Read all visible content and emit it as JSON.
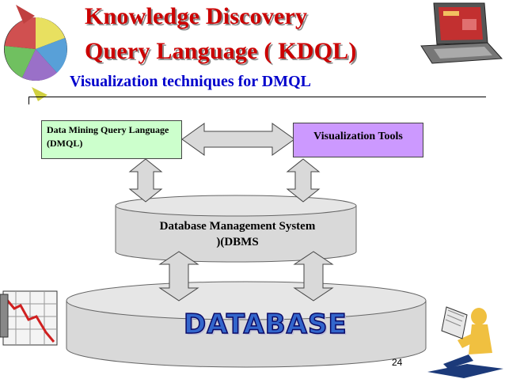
{
  "slide": {
    "title_line1": "Knowledge Discovery",
    "title_line2": "Query Language ( KDQL)",
    "subtitle": "Visualization techniques for DMQL",
    "page_number": "24"
  },
  "diagram": {
    "dmql_box": "Data Mining  Query Language (DMQL)",
    "visualization_box": "Visualization Tools",
    "dbms_line1": "Database Management System",
    "dbms_line2": ")(DBMS",
    "database_label": "DATABASE"
  },
  "colors": {
    "title": "#cc0000",
    "subtitle": "#0000cc",
    "dmql_fill": "#ccffcc",
    "visualization_fill": "#cc99ff",
    "cylinder_fill": "#d9d9d9",
    "database_text": "#3366cc"
  },
  "icons": [
    "pie-chart-icon",
    "laptop-icon",
    "declining-chart-icon",
    "reading-person-icon"
  ]
}
